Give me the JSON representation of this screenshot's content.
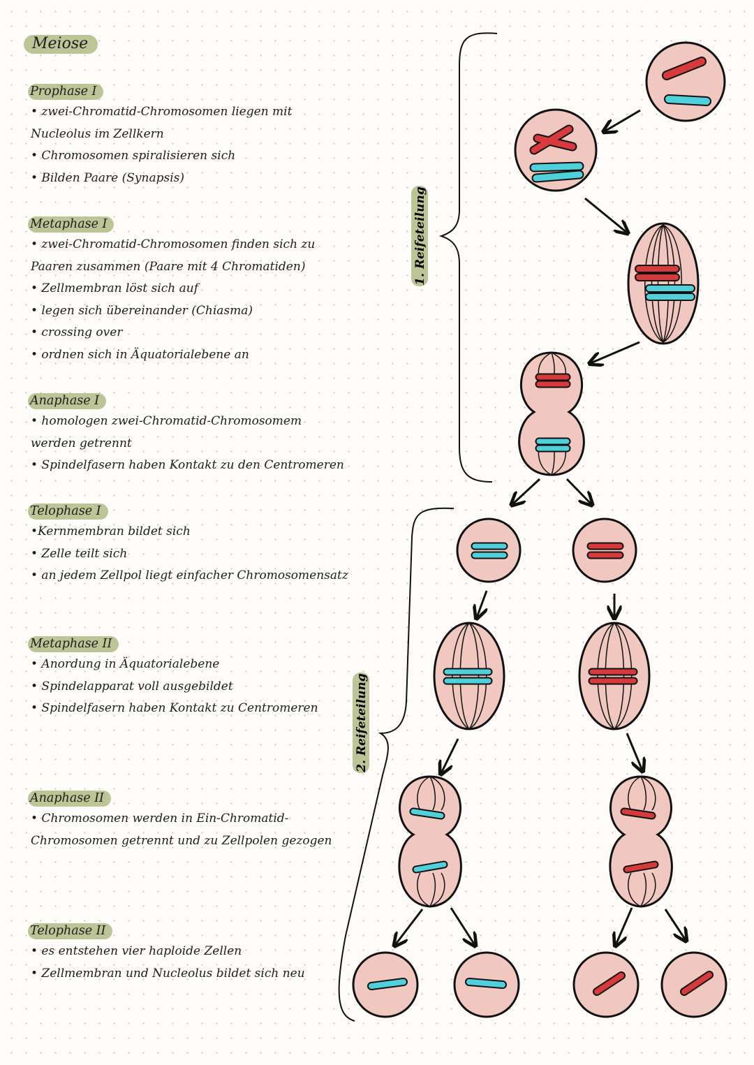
{
  "title": "Meiose",
  "sections": [
    {
      "heading": "Prophase I",
      "lines": [
        "• zwei-Chromatid-Chromosomen liegen mit",
        "Nucleolus im Zellkern",
        "• Chromosomen spiralisieren sich",
        "• Bilden Paare (Synapsis)"
      ]
    },
    {
      "heading": "Metaphase I",
      "lines": [
        "• zwei-Chromatid-Chromosomen finden sich zu",
        "Paaren zusammen (Paare mit 4 Chromatiden)",
        "• Zellmembran löst sich auf",
        "• legen sich übereinander (Chiasma)",
        "• crossing over",
        "• ordnen sich in Äquatorialebene an"
      ]
    },
    {
      "heading": "Anaphase I",
      "lines": [
        "• homologen zwei-Chromatid-Chromosomem",
        "werden getrennt",
        "• Spindelfasern haben Kontakt zu den Centromeren"
      ]
    },
    {
      "heading": "Telophase I",
      "lines": [
        "•Kernmembran bildet sich",
        "• Zelle teilt sich",
        "• an jedem Zellpol liegt einfacher Chromosomensatz"
      ]
    },
    {
      "heading": "Metaphase II",
      "lines": [
        "• Anordung in Äquatorialebene",
        "• Spindelapparat voll ausgebildet",
        "• Spindelfasern haben Kontakt zu Centromeren"
      ]
    },
    {
      "heading": "Anaphase II",
      "lines": [
        "• Chromosomen werden in Ein-Chromatid-",
        "Chromosomen getrennt und zu Zellpolen gezogen"
      ]
    },
    {
      "heading": "Telophase II",
      "lines": [
        "• es entstehen vier haploide Zellen",
        "• Zellmembran und Nucleolus bildet sich neu"
      ]
    }
  ],
  "brace_labels": {
    "first": "1. Reifeteilung",
    "second": "2. Reifeteilung"
  },
  "colors": {
    "highlight": "#bdc596",
    "cell_fill": "#f1c8c0",
    "chromosome_red": "#d63a3a",
    "chromosome_cyan": "#4fd0da"
  }
}
